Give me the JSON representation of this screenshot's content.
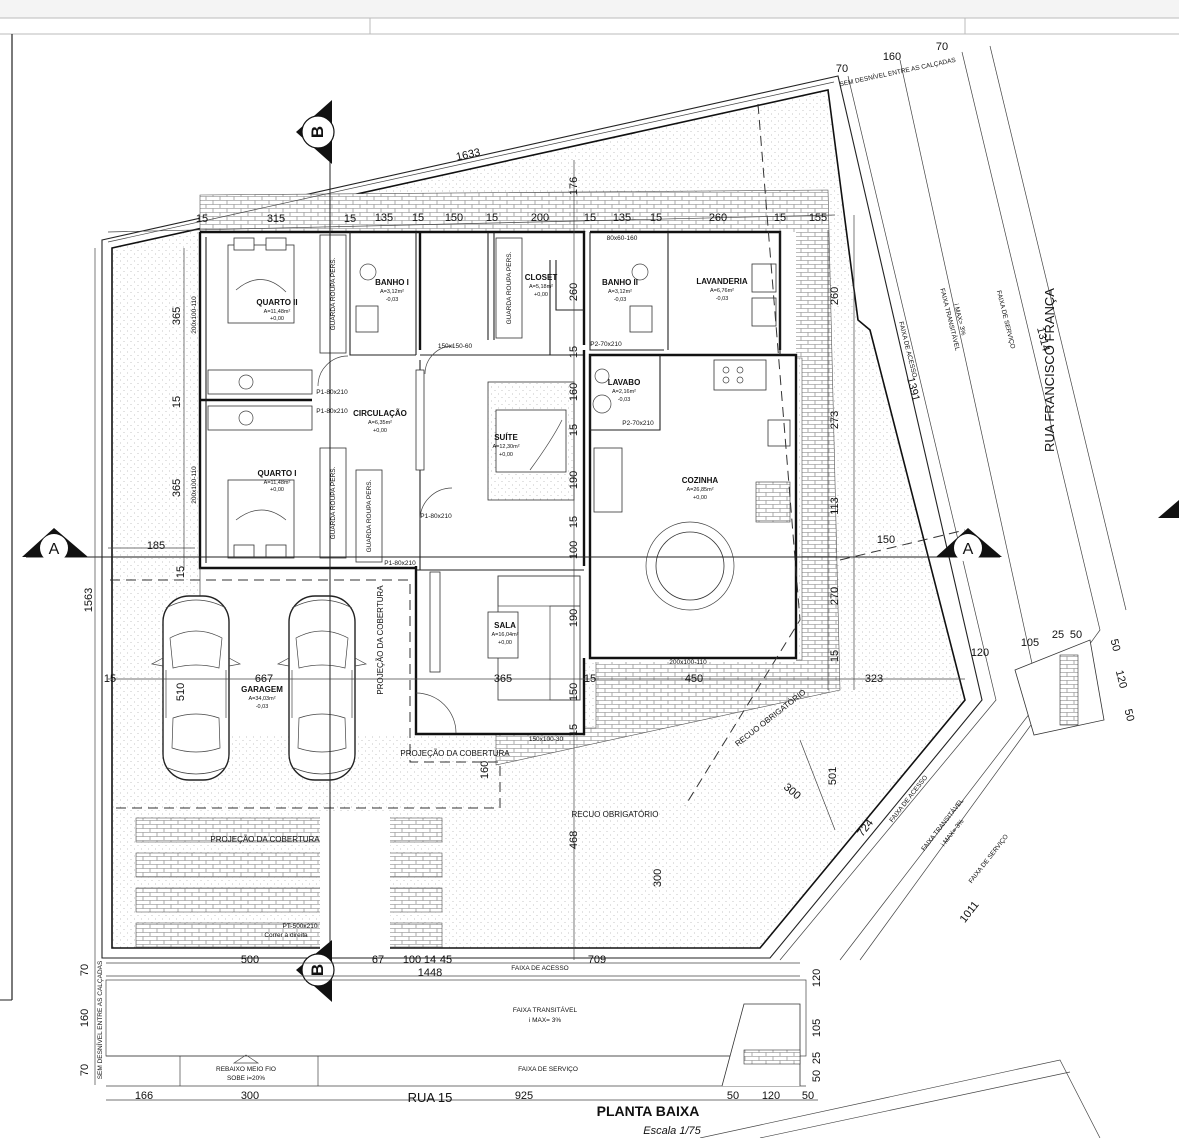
{
  "title": "PLANTA BAIXA",
  "scale": "Escala 1/75",
  "streets": {
    "side": "RUA FRANCISCO FRANÇA",
    "bottom": "RUA 15"
  },
  "rooms": [
    {
      "id": "quarto2",
      "name": "QUARTO II",
      "area": "A=11,48m²",
      "level": "+0,00"
    },
    {
      "id": "quarto1",
      "name": "QUARTO I",
      "area": "A=11,48m²",
      "level": "+0,00"
    },
    {
      "id": "banho1",
      "name": "BANHO I",
      "area": "A=3,12m²",
      "level": "-0,03"
    },
    {
      "id": "closet",
      "name": "CLOSET",
      "area": "A=5,18m²",
      "level": "+0,00"
    },
    {
      "id": "banho2",
      "name": "BANHO II",
      "area": "A=3,12m²",
      "level": "-0,03"
    },
    {
      "id": "lavanderia",
      "name": "LAVANDERIA",
      "area": "A=6,76m²",
      "level": "-0,03"
    },
    {
      "id": "circulacao",
      "name": "CIRCULAÇÃO",
      "area": "A=6,35m²",
      "level": "+0,00"
    },
    {
      "id": "suite",
      "name": "SUÍTE",
      "area": "A=12,30m²",
      "level": "+0,00"
    },
    {
      "id": "lavabo",
      "name": "LAVABO",
      "area": "A=2,16m²",
      "level": "-0,03"
    },
    {
      "id": "cozinha",
      "name": "COZINHA",
      "area": "A=26,85m²",
      "level": "+0,00"
    },
    {
      "id": "sala",
      "name": "SALA",
      "area": "A=16,04m²",
      "level": "+0,00"
    },
    {
      "id": "garagem",
      "name": "GARAGEM",
      "area": "A=34,03m²",
      "level": "-0,03"
    }
  ],
  "labels": {
    "wardrobe": "GUARDA ROUPA PERS.",
    "roof_projection": "PROJEÇÃO DA COBERTURA",
    "setback": "RECUO OBRIGATÓRIO",
    "access_strip": "FAIXA DE ACESSO",
    "walk_strip": "FAIXA TRANSITÁVEL",
    "walk_strip_slope": "i MAX= 3%",
    "service_strip": "FAIXA DE SERVIÇO",
    "no_gap": "SEM DESNÍVEL ENTRE AS CALÇADAS",
    "curb": "REBAIXO MEIO FIO",
    "curb_slope": "SOBE i=20%",
    "gate": "PT-500x210",
    "gate_note": "Correr à direita",
    "section_a": "A",
    "section_b": "B",
    "window_main": "200x100-110",
    "door_p1": "P1-80x210",
    "door_p2": "P2-70x210",
    "window_j1": "80x60-160",
    "window_j2": "150x150-60",
    "window_j3": "150x100-30",
    "window_j4": "200x100-110"
  },
  "dimensions": {
    "top": [
      "15",
      "315",
      "15",
      "135",
      "15",
      "150",
      "15",
      "200",
      "15",
      "135",
      "15",
      "260",
      "15",
      "155"
    ],
    "diag_top": "1633",
    "corner": [
      "70",
      "160",
      "70"
    ],
    "left": [
      "365",
      "15",
      "365",
      "1563",
      "185",
      "15",
      "667",
      "510",
      "15"
    ],
    "center": [
      "176",
      "260",
      "15",
      "160",
      "15",
      "190",
      "100",
      "15",
      "190",
      "150",
      "15",
      "365",
      "15",
      "450",
      "323",
      "468",
      "160",
      "300"
    ],
    "right": [
      "260",
      "273",
      "113",
      "150",
      "270",
      "15",
      "1391",
      "1314",
      "501",
      "300",
      "724",
      "1011"
    ],
    "bottom": [
      "500",
      "67",
      "100",
      "14",
      "45",
      "709",
      "1448",
      "166",
      "300",
      "925",
      "50",
      "120",
      "50"
    ],
    "small_right": [
      "120",
      "105",
      "25",
      "50",
      "50",
      "120",
      "50",
      "120",
      "105",
      "25",
      "50"
    ]
  }
}
